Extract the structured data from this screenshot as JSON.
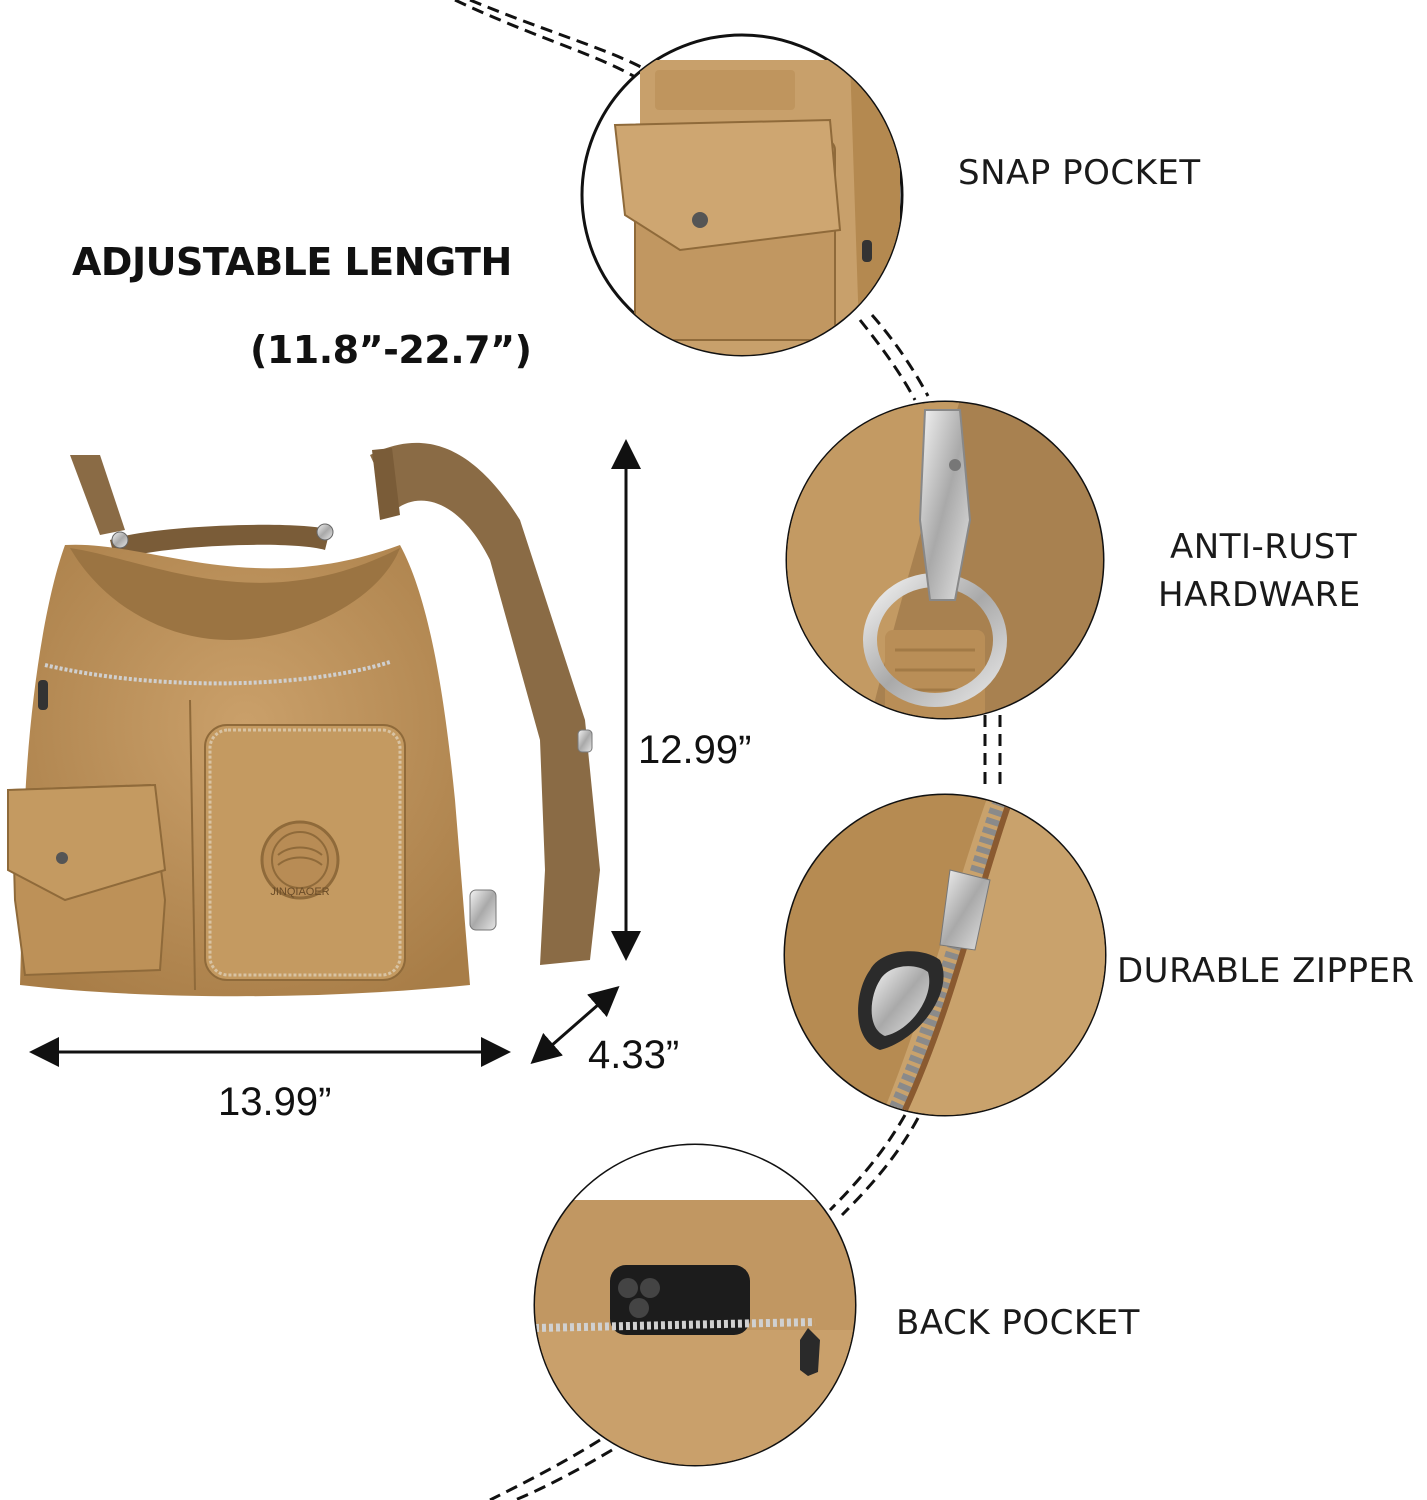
{
  "headline": {
    "title": "ADJUSTABLE LENGTH",
    "range": "(11.8”-22.7”)"
  },
  "dimensions": {
    "height": "12.99”",
    "width": "13.99”",
    "depth": "4.33”"
  },
  "features": [
    {
      "label": "SNAP POCKET"
    },
    {
      "label": "ANTI-RUST",
      "label2": "HARDWARE"
    },
    {
      "label": "DURABLE ZIPPER"
    },
    {
      "label": "BACK POCKET"
    }
  ],
  "product": {
    "logo_text": "JINQIAOER"
  },
  "colors": {
    "fabric": "#b58a52",
    "fabric_dark": "#8f6a3a",
    "fabric_light": "#c9a06a",
    "strap": "#8a6b45",
    "metal": "#c8c8c8",
    "text": "#111111"
  }
}
